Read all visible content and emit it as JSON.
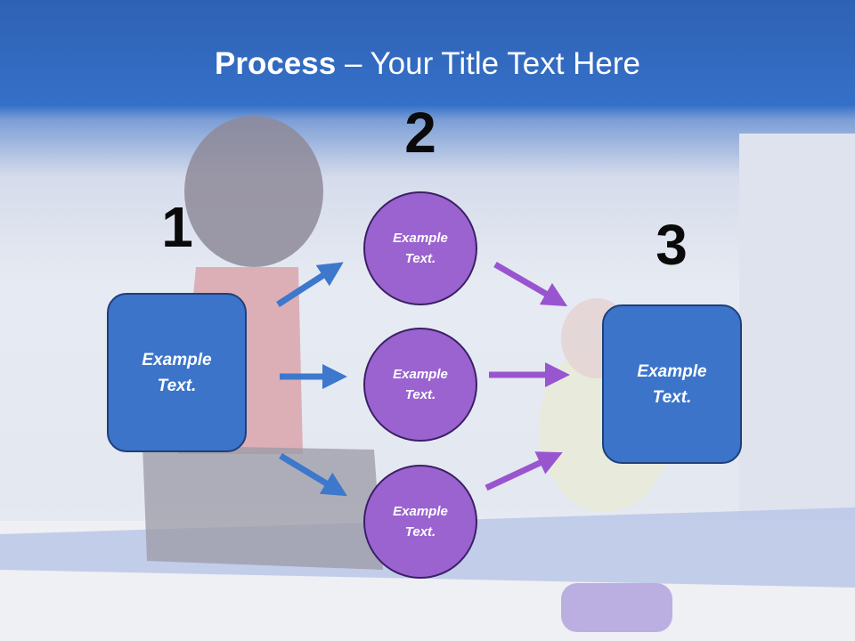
{
  "title": {
    "bold": "Process",
    "rest": " – Your Title Text Here"
  },
  "steps": {
    "one": "1",
    "two": "2",
    "three": "3"
  },
  "left_box": {
    "line1": "Example",
    "line2": "Text."
  },
  "right_box": {
    "line1": "Example",
    "line2": "Text."
  },
  "circles": [
    {
      "line1": "Example",
      "line2": "Text."
    },
    {
      "line1": "Example",
      "line2": "Text."
    },
    {
      "line1": "Example",
      "line2": "Text."
    }
  ],
  "colors": {
    "blue_box": "#3b74c9",
    "purple_circle": "#9a63cf",
    "blue_arrow": "#3d78cc",
    "purple_arrow": "#9955cf"
  }
}
